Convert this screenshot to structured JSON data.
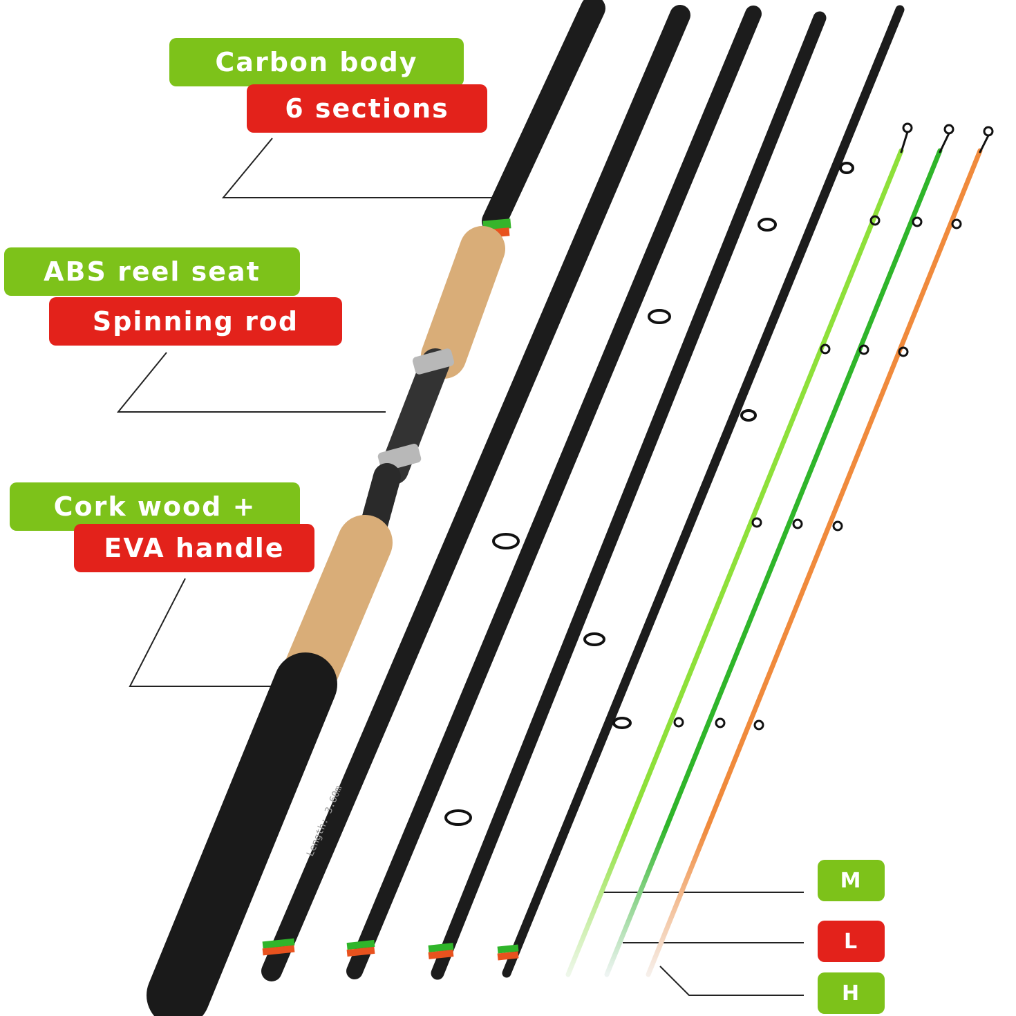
{
  "colors": {
    "tag_green": "#7dc21a",
    "tag_red": "#e3221b",
    "rod_black": "#1b1b1b",
    "cork": "#d9ad78",
    "tip_light_green": "#8ee03a",
    "tip_green": "#2fb52a",
    "tip_orange": "#f08a3c"
  },
  "features": {
    "carbon_body": "Carbon body",
    "six_sections": "6 sections",
    "abs_reel_seat": "ABS reel seat",
    "spinning_rod": "Spinning rod",
    "cork_wood": "Cork wood +",
    "eva_handle": "EVA handle"
  },
  "tips": {
    "m": "M",
    "l": "L",
    "h": "H"
  },
  "rod_text": "Length: 3.60m"
}
